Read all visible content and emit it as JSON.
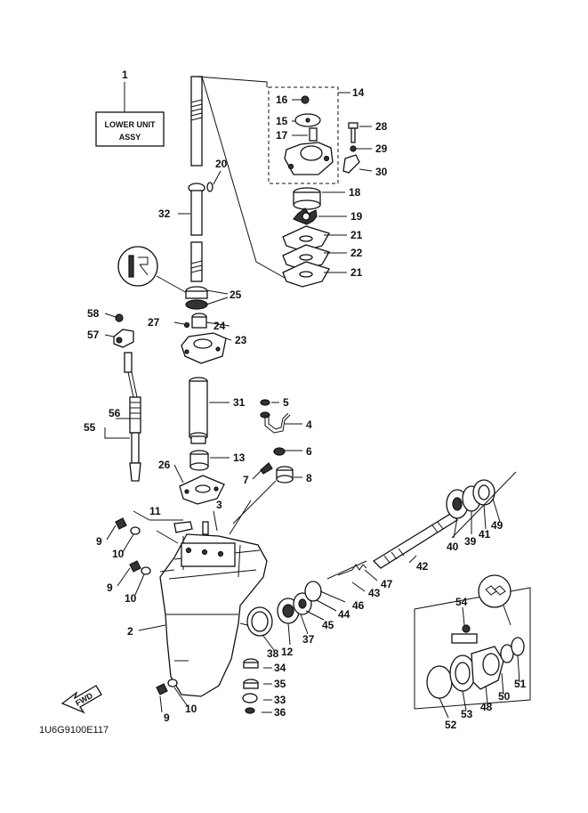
{
  "tag": {
    "line1": "LOWER UNIT",
    "line2": "ASSY"
  },
  "diagram_code": "1U6G9100E117",
  "fwd": "FWD",
  "callouts": [
    {
      "key": "c1",
      "text": "1"
    },
    {
      "key": "c2",
      "text": "2"
    },
    {
      "key": "c3",
      "text": "3"
    },
    {
      "key": "c4",
      "text": "4"
    },
    {
      "key": "c5",
      "text": "5"
    },
    {
      "key": "c6",
      "text": "6"
    },
    {
      "key": "c7",
      "text": "7"
    },
    {
      "key": "c8",
      "text": "8"
    },
    {
      "key": "c9a",
      "text": "9"
    },
    {
      "key": "c9b",
      "text": "9"
    },
    {
      "key": "c9c",
      "text": "9"
    },
    {
      "key": "c10a",
      "text": "10"
    },
    {
      "key": "c10b",
      "text": "10"
    },
    {
      "key": "c10c",
      "text": "10"
    },
    {
      "key": "c11",
      "text": "11"
    },
    {
      "key": "c12",
      "text": "12"
    },
    {
      "key": "c13",
      "text": "13"
    },
    {
      "key": "c14",
      "text": "14"
    },
    {
      "key": "c15",
      "text": "15"
    },
    {
      "key": "c16",
      "text": "16"
    },
    {
      "key": "c17",
      "text": "17"
    },
    {
      "key": "c18",
      "text": "18"
    },
    {
      "key": "c19",
      "text": "19"
    },
    {
      "key": "c20",
      "text": "20"
    },
    {
      "key": "c21a",
      "text": "21"
    },
    {
      "key": "c21b",
      "text": "21"
    },
    {
      "key": "c22",
      "text": "22"
    },
    {
      "key": "c23",
      "text": "23"
    },
    {
      "key": "c24",
      "text": "24"
    },
    {
      "key": "c25",
      "text": "25"
    },
    {
      "key": "c26",
      "text": "26"
    },
    {
      "key": "c27",
      "text": "27"
    },
    {
      "key": "c28",
      "text": "28"
    },
    {
      "key": "c29",
      "text": "29"
    },
    {
      "key": "c30",
      "text": "30"
    },
    {
      "key": "c31",
      "text": "31"
    },
    {
      "key": "c32",
      "text": "32"
    },
    {
      "key": "c33",
      "text": "33"
    },
    {
      "key": "c34",
      "text": "34"
    },
    {
      "key": "c35",
      "text": "35"
    },
    {
      "key": "c36",
      "text": "36"
    },
    {
      "key": "c37",
      "text": "37"
    },
    {
      "key": "c38",
      "text": "38"
    },
    {
      "key": "c39",
      "text": "39"
    },
    {
      "key": "c40",
      "text": "40"
    },
    {
      "key": "c41",
      "text": "41"
    },
    {
      "key": "c42",
      "text": "42"
    },
    {
      "key": "c43",
      "text": "43"
    },
    {
      "key": "c44",
      "text": "44"
    },
    {
      "key": "c45",
      "text": "45"
    },
    {
      "key": "c46",
      "text": "46"
    },
    {
      "key": "c47",
      "text": "47"
    },
    {
      "key": "c48",
      "text": "48"
    },
    {
      "key": "c49",
      "text": "49"
    },
    {
      "key": "c50",
      "text": "50"
    },
    {
      "key": "c51",
      "text": "51"
    },
    {
      "key": "c52",
      "text": "52"
    },
    {
      "key": "c53",
      "text": "53"
    },
    {
      "key": "c54",
      "text": "54"
    },
    {
      "key": "c55",
      "text": "55"
    },
    {
      "key": "c56",
      "text": "56"
    },
    {
      "key": "c57",
      "text": "57"
    },
    {
      "key": "c58",
      "text": "58"
    }
  ]
}
